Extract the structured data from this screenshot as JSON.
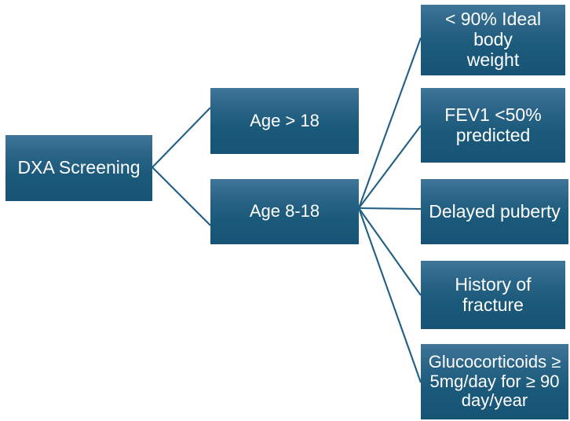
{
  "diagram": {
    "title": "DXA Screening decision flowchart",
    "colors": {
      "box_gradient_top": "#3f7699",
      "box_gradient_bottom": "#165375",
      "text": "#ffffff",
      "connector": "#1f5f85",
      "background": "#ffffff"
    },
    "root": {
      "label": "DXA Screening"
    },
    "branches": [
      {
        "label": "Age > 18"
      },
      {
        "label": "Age 8-18"
      }
    ],
    "criteria": [
      {
        "label": "< 90% Ideal body\nweight"
      },
      {
        "label": "FEV1 <50%\npredicted"
      },
      {
        "label": "Delayed puberty"
      },
      {
        "label": "History of\nfracture"
      },
      {
        "label": "Glucocorticoids  ≥\n5mg/day for ≥ 90\nday/year"
      }
    ]
  }
}
